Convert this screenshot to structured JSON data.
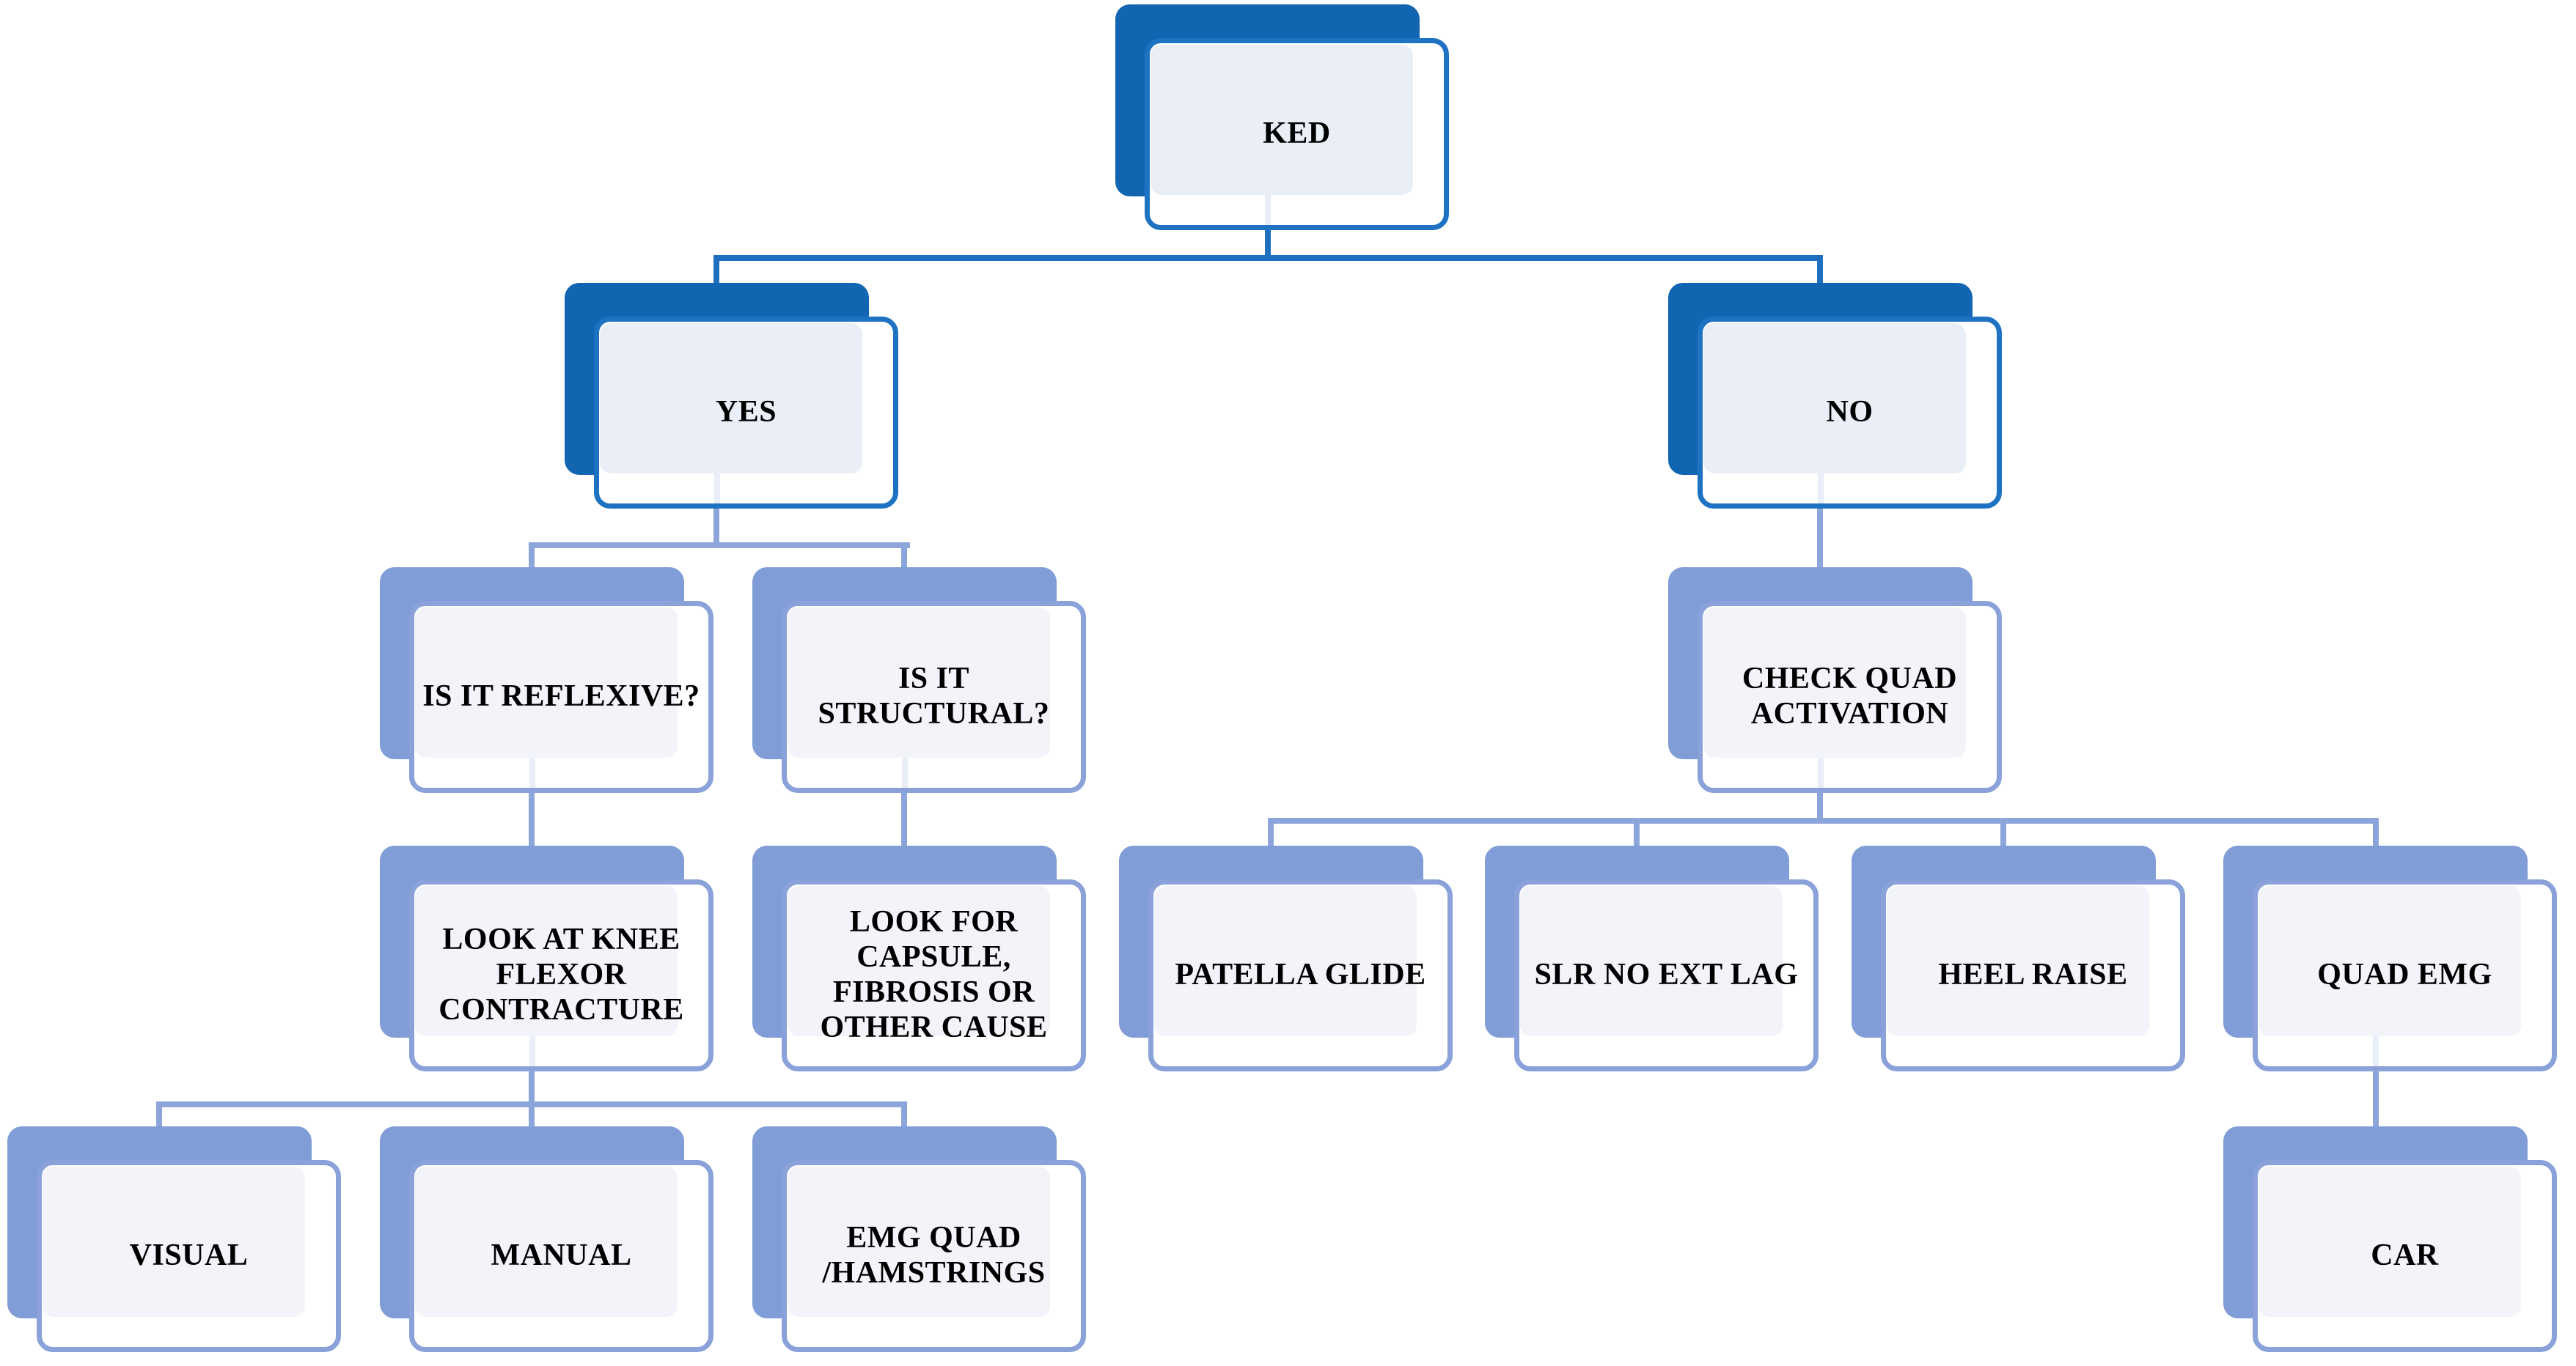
{
  "diagram": {
    "title": "KED decision flowchart",
    "type": "hierarchy-flowchart",
    "colors": {
      "level1_2_back": "#1266B1",
      "level1_2_border": "#1E72C2",
      "level1_2_connector": "#1E6FBE",
      "lower_back": "#809DD7",
      "lower_border": "#8AA2D9",
      "lower_connector": "#8CA5DB",
      "tint_fill_blue": "#EAEFF7",
      "tint_fill_periwinkle": "#F2F4FA",
      "front_fill": "#FFFFFF",
      "text": "#000000"
    }
  },
  "nodes": {
    "ked": {
      "lines": [
        "KED"
      ]
    },
    "yes": {
      "lines": [
        "YES"
      ]
    },
    "no": {
      "lines": [
        "NO"
      ]
    },
    "reflexive": {
      "lines": [
        "IS IT REFLEXIVE?"
      ]
    },
    "structural": {
      "lines": [
        "IS IT",
        "STRUCTURAL?"
      ]
    },
    "check_quad": {
      "lines": [
        "CHECK QUAD",
        "ACTIVATION"
      ]
    },
    "knee_flexor": {
      "lines": [
        "LOOK AT KNEE",
        "FLEXOR",
        "CONTRACTURE"
      ]
    },
    "capsule": {
      "lines": [
        "LOOK FOR",
        "CAPSULE,",
        "FIBROSIS OR",
        "OTHER CAUSE"
      ]
    },
    "patella": {
      "lines": [
        "PATELLA GLIDE"
      ]
    },
    "slr": {
      "lines": [
        "SLR NO EXT LAG"
      ]
    },
    "heel": {
      "lines": [
        "HEEL RAISE"
      ]
    },
    "quad_emg": {
      "lines": [
        "QUAD EMG"
      ]
    },
    "visual": {
      "lines": [
        "VISUAL"
      ]
    },
    "manual": {
      "lines": [
        "MANUAL"
      ]
    },
    "emg_quad_ham": {
      "lines": [
        "EMG QUAD",
        "/HAMSTRINGS"
      ]
    },
    "car": {
      "lines": [
        "CAR"
      ]
    }
  },
  "edges": [
    [
      "ked",
      "yes"
    ],
    [
      "ked",
      "no"
    ],
    [
      "yes",
      "reflexive"
    ],
    [
      "yes",
      "structural"
    ],
    [
      "no",
      "check_quad"
    ],
    [
      "reflexive",
      "knee_flexor"
    ],
    [
      "structural",
      "capsule"
    ],
    [
      "check_quad",
      "patella"
    ],
    [
      "check_quad",
      "slr"
    ],
    [
      "check_quad",
      "heel"
    ],
    [
      "check_quad",
      "quad_emg"
    ],
    [
      "knee_flexor",
      "visual"
    ],
    [
      "knee_flexor",
      "manual"
    ],
    [
      "knee_flexor",
      "emg_quad_ham"
    ],
    [
      "quad_emg",
      "car"
    ]
  ]
}
